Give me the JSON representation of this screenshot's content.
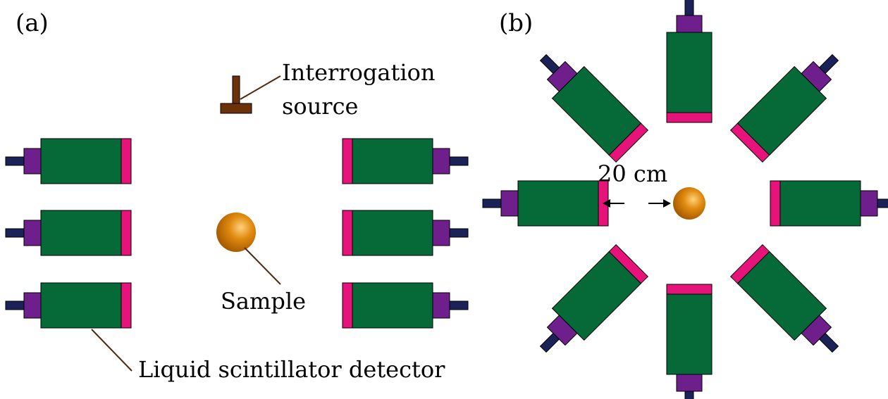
{
  "panels": {
    "a": {
      "label": "(a)",
      "source_label_line1": "Interrogation",
      "source_label_line2": "source",
      "sample_label": "Sample",
      "detector_label": "Liquid scintillator detector"
    },
    "b": {
      "label": "(b)",
      "distance_label": "20 cm"
    }
  },
  "colors": {
    "detector_body": "#056a37",
    "detector_face": "#e6137a",
    "pmt_base": "#6e1f8c",
    "connector": "#1a2257",
    "source": "#6b3108",
    "sample_light": "#ffd27a",
    "sample_mid": "#e08a10",
    "sample_dark": "#a65a00"
  }
}
